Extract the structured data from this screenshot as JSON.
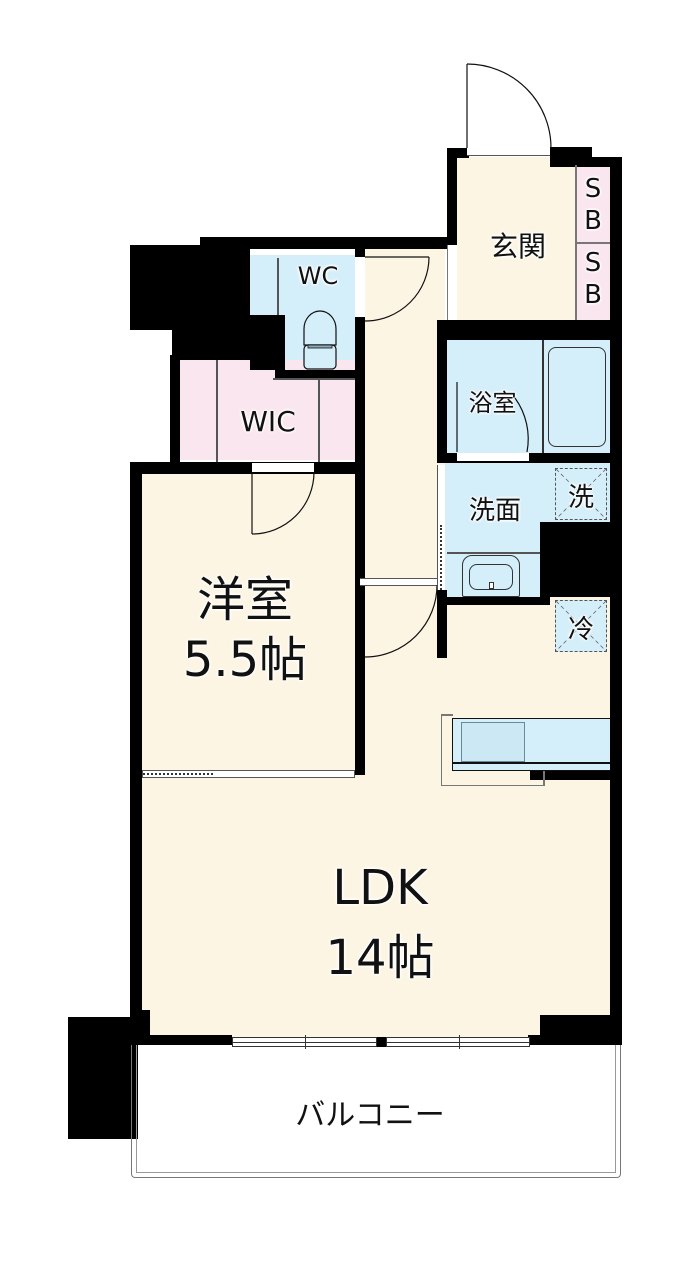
{
  "floor_plan": {
    "rooms": {
      "entrance": {
        "label": "玄関"
      },
      "shoe_box_1": {
        "label_s": "S",
        "label_b": "B"
      },
      "shoe_box_2": {
        "label_s": "S",
        "label_b": "B"
      },
      "wc": {
        "label": "WC"
      },
      "wic": {
        "label": "WIC"
      },
      "bathroom": {
        "label": "浴室"
      },
      "washroom": {
        "label": "洗面"
      },
      "washer_space": {
        "label": "洗"
      },
      "fridge_space": {
        "label": "冷"
      },
      "western_room": {
        "label": "洋室",
        "size": "5.5帖"
      },
      "ldk": {
        "label": "LDK",
        "size": "14帖"
      },
      "balcony": {
        "label": "バルコニー"
      }
    },
    "colors": {
      "floor": "#fdf5e3",
      "wet_area": "#d4eefa",
      "storage": "#fae6ee",
      "wall": "#000000"
    }
  }
}
